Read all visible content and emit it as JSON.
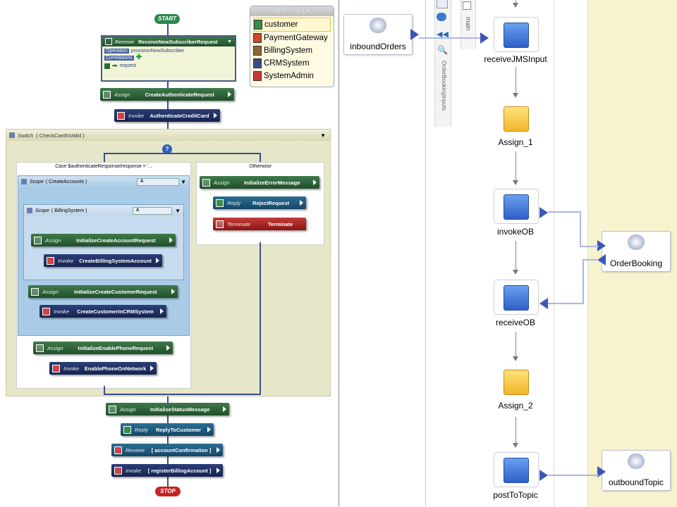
{
  "left": {
    "start_label": "START",
    "stop_label": "STOP",
    "partner_links": {
      "title": "Partner Links",
      "items": [
        "customer",
        "PaymentGateway",
        "BillingSystem",
        "CRMSystem",
        "SystemAdmin"
      ]
    },
    "receive": {
      "kind": "Receive",
      "name": "ReceiveNewSubscriberRequest",
      "operation_label": "Operation",
      "operation_value": "provisionNewSubscriber",
      "correlations_label": "Correlations",
      "var_value": "request"
    },
    "activities_top": [
      {
        "kind": "Assign",
        "name": "CreateAuthenticateRequest"
      },
      {
        "kind": "Invoke",
        "name": "AuthenticateCreditCard"
      }
    ],
    "switch": {
      "label": "Switch",
      "name": "( CheckCardIsValid )",
      "case_label": "Case",
      "case_expr": "$authenticateResponse/response = '...",
      "otherwise_label": "Otherwise"
    },
    "scope_outer": {
      "label": "Scope",
      "name": "( CreateAccounts )"
    },
    "scope_inner": {
      "label": "Scope",
      "name": "( BillingSystem )"
    },
    "case_activities": [
      {
        "kind": "Assign",
        "name": "InitializeCreateAccountRequest"
      },
      {
        "kind": "Invoke",
        "name": "CreateBillingSystemAccount"
      },
      {
        "kind": "Assign",
        "name": "InitializeCreateCustomerRequest"
      },
      {
        "kind": "Invoke",
        "name": "CreateCustomerInCRMSystem"
      },
      {
        "kind": "Assign",
        "name": "InitializeEnablePhoneRequest"
      },
      {
        "kind": "Invoke",
        "name": "EnablePhoneOnNetwork"
      }
    ],
    "otherwise_activities": [
      {
        "kind": "Assign",
        "name": "InitializeErrorMessage"
      },
      {
        "kind": "Reply",
        "name": "RejectRequest"
      },
      {
        "kind": "Terminate",
        "name": "Terminate"
      }
    ],
    "activities_bottom": [
      {
        "kind": "Assign",
        "name": "InitialiseStatusMessage"
      },
      {
        "kind": "Reply",
        "name": "ReplyToCustomer"
      },
      {
        "kind": "Receive",
        "name": "[ accountConfirmation ]"
      },
      {
        "kind": "Invoke",
        "name": "[ registerBillingAccount ]"
      }
    ]
  },
  "right": {
    "lane_label": "main",
    "side_label": "OrderBookingInputs",
    "partner_links": [
      "inboundOrders",
      "OrderBooking",
      "outboundTopic"
    ],
    "nodes": [
      "receiveJMSInput",
      "Assign_1",
      "invokeOB",
      "receiveOB",
      "Assign_2",
      "postToTopic"
    ]
  },
  "colors": {
    "assign": "#2d6a3a",
    "invoke": "#1e2f63",
    "reply": "#1f5a80",
    "terminate": "#a82525",
    "connector": "#a9b8ea",
    "canvas_bg": "#f8f3cf"
  }
}
